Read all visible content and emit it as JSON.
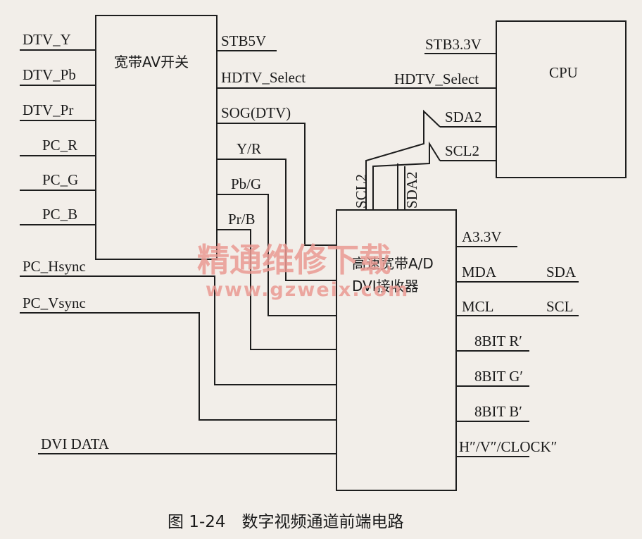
{
  "switch_block": {
    "title": "宽带AV开关",
    "inputs": [
      "DTV_Y",
      "DTV_Pb",
      "DTV_Pr",
      "PC_R",
      "PC_G",
      "PC_B"
    ],
    "outputs": [
      "STB5V",
      "HDTV_Select",
      "SOG(DTV)",
      "Y/R",
      "Pb/G",
      "Pr/B"
    ]
  },
  "cpu_block": {
    "title": "CPU",
    "pins": [
      "STB3.3V",
      "HDTV_Select",
      "SDA2",
      "SCL2"
    ]
  },
  "adc_block": {
    "title_line1": "高速宽带A/D",
    "title_line2": "DVI接收器",
    "top_pins": [
      "SCL2",
      "SDA2"
    ],
    "right_pins": [
      "A3.3V",
      "MDA",
      "MCL",
      "8BIT R′",
      "8BIT G′",
      "8BIT B′",
      "H″/V″/CLOCK″"
    ],
    "ext_labels": [
      "SDA",
      "SCL"
    ]
  },
  "sync_inputs": [
    "PC_Hsync",
    "PC_Vsync"
  ],
  "dvi_input": "DVI DATA",
  "watermark": {
    "line1": "精通维修下载",
    "line2": "www.gzweix.com",
    "color": "#ea9a93"
  },
  "caption": "图 1-24　数字视频通道前端电路",
  "colors": {
    "line": "#1d1d1d",
    "background": "#f2eee9"
  }
}
